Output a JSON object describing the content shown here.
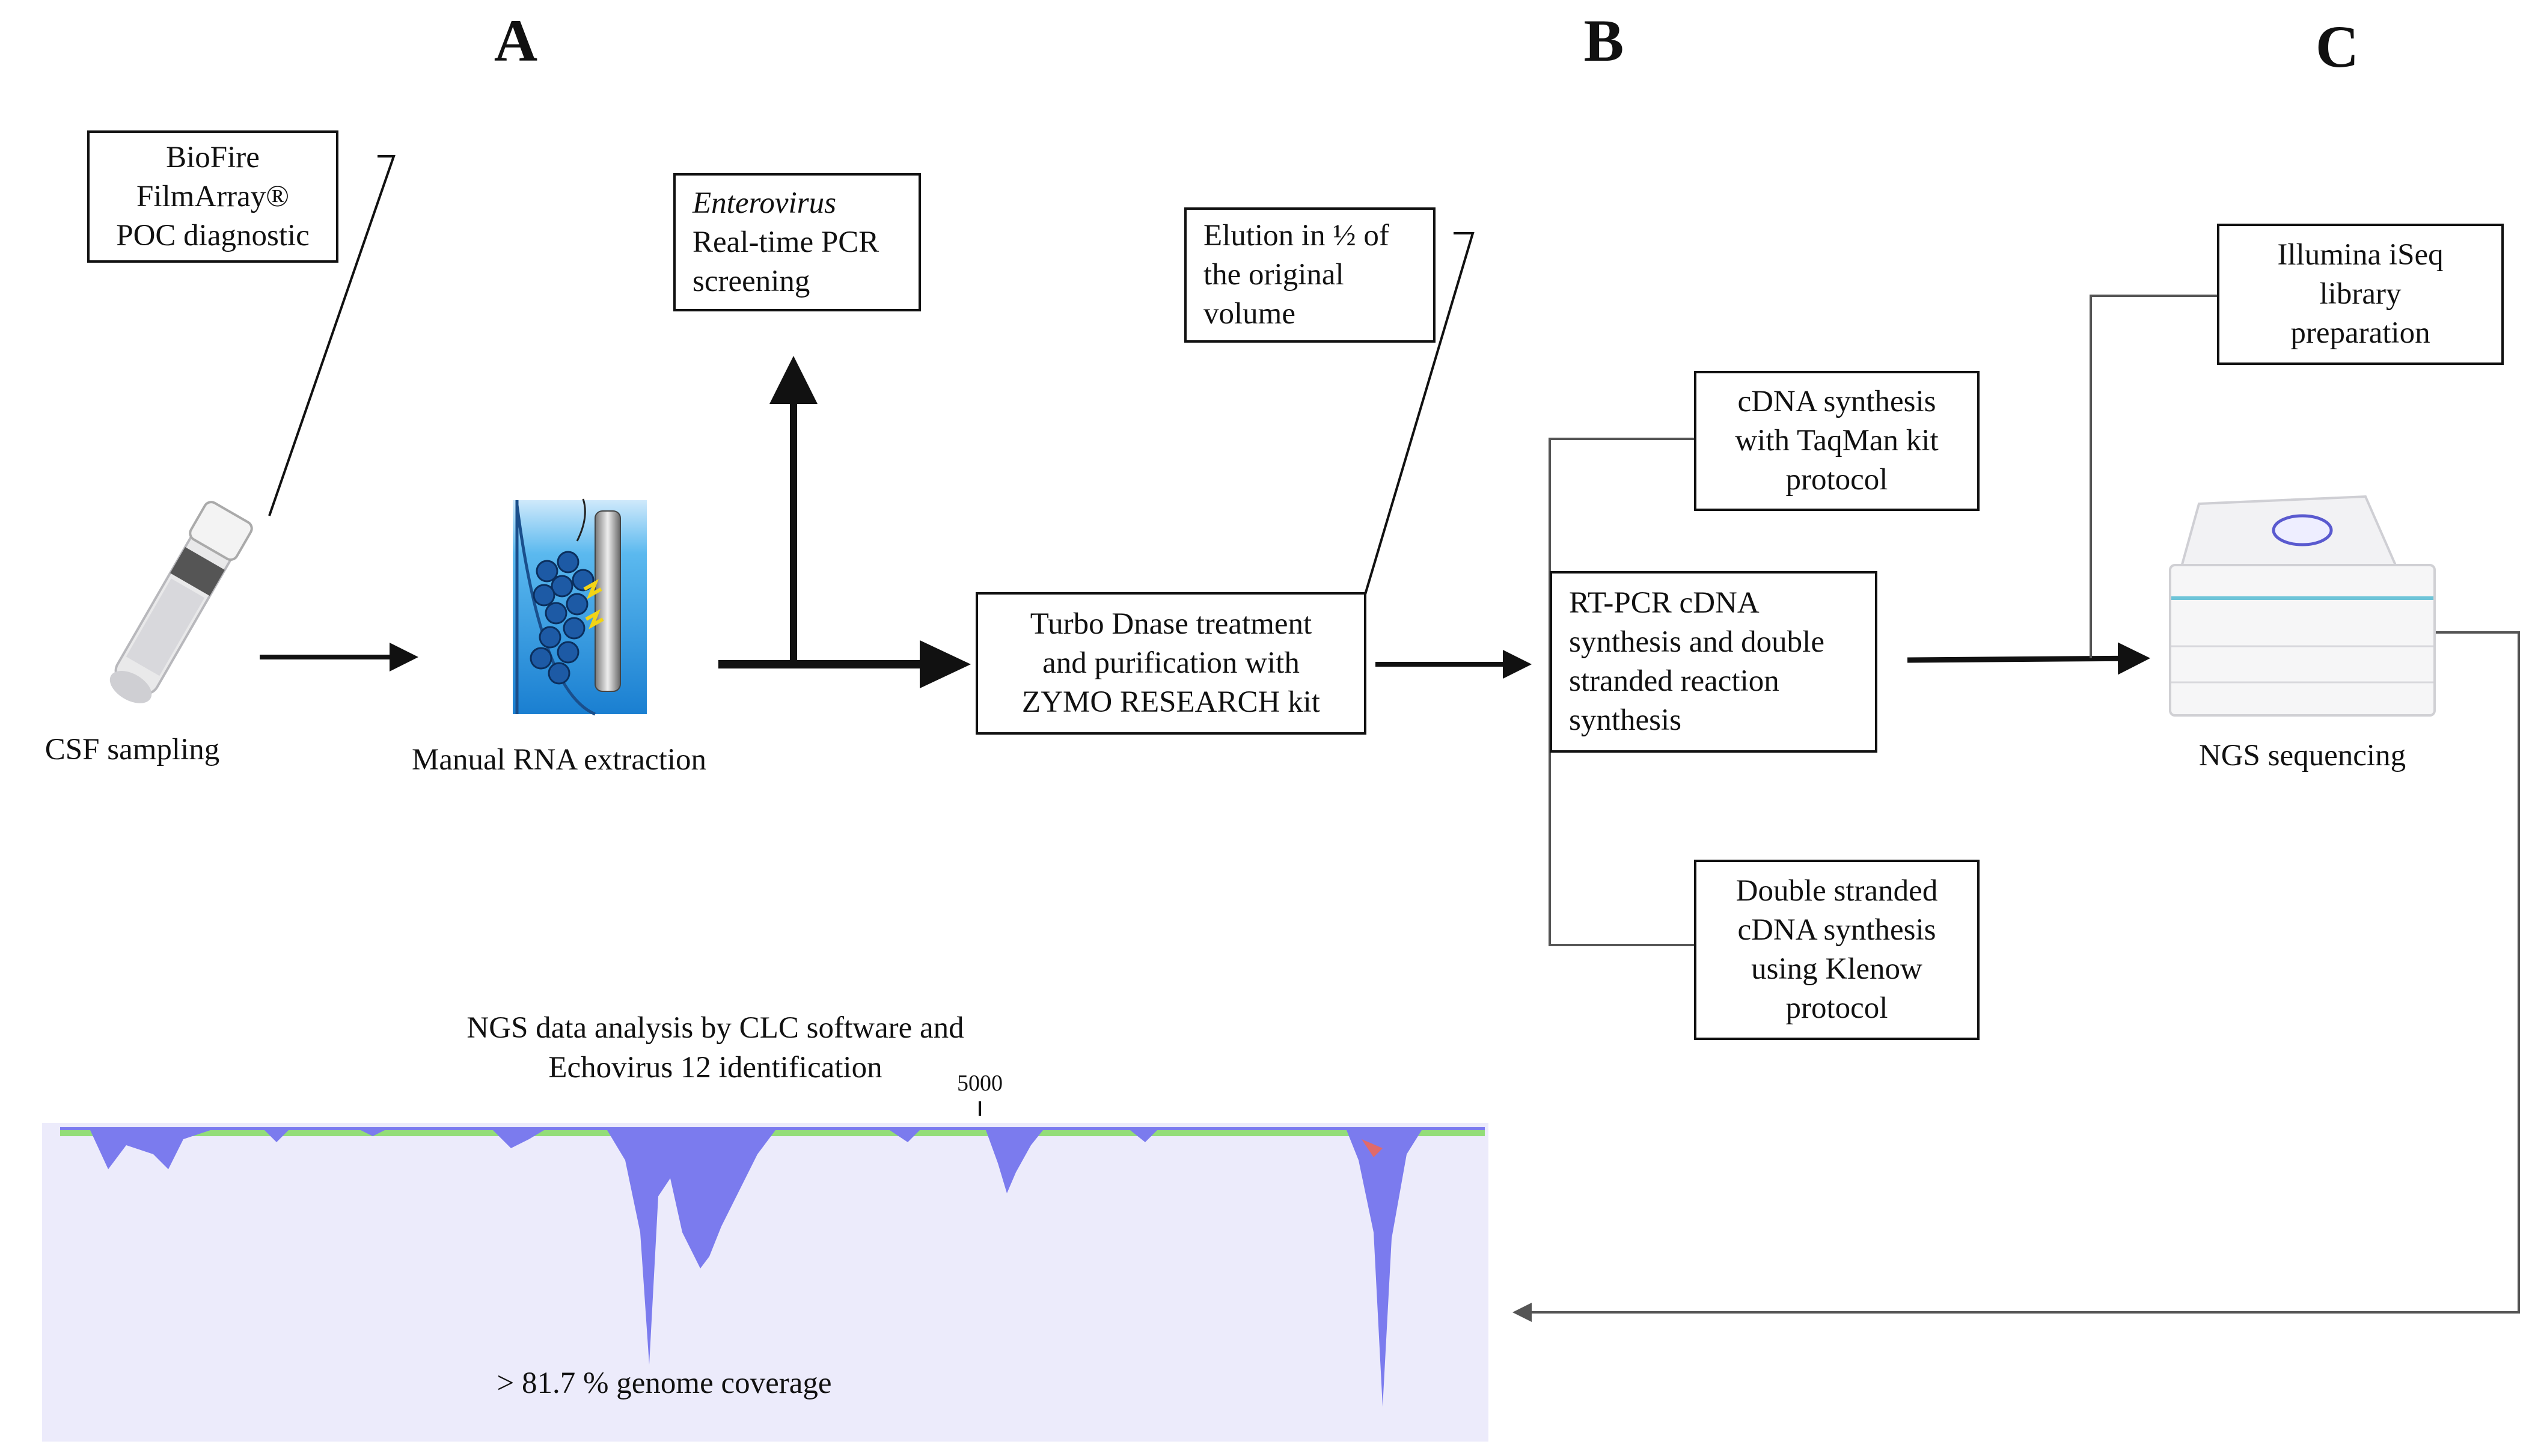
{
  "sections": {
    "a": "A",
    "b": "B",
    "c": "C"
  },
  "boxes": {
    "biofire": [
      "BioFire",
      "FilmArray®",
      "POC diagnostic"
    ],
    "enterovirus": {
      "italic": "Enterovirus",
      "lines": [
        "Real-time PCR",
        "screening"
      ]
    },
    "elution": [
      "Elution in ½ of",
      "the original",
      "volume"
    ],
    "turbo": [
      "Turbo Dnase treatment",
      "and purification with",
      "ZYMO RESEARCH kit"
    ],
    "taqman": [
      "cDNA synthesis",
      "with TaqMan kit",
      "protocol"
    ],
    "rtpcr": [
      "RT-PCR cDNA",
      "synthesis and double",
      "stranded reaction",
      "synthesis"
    ],
    "klenow": [
      "Double stranded",
      "cDNA synthesis",
      "using Klenow",
      "protocol"
    ],
    "illumina": [
      "Illumina iSeq",
      "library",
      "preparation"
    ]
  },
  "captions": {
    "csf": "CSF sampling",
    "rna": "Manual RNA extraction",
    "ngs": "NGS sequencing"
  },
  "analysis": {
    "title_lines": [
      "NGS data analysis by CLC software and",
      "Echovirus 12 identification"
    ],
    "tick_label": "5000",
    "coverage": "> 81.7 % genome coverage"
  },
  "colors": {
    "coverage_background": "#ecebfb",
    "coverage_fill": "#7b7bee",
    "coverage_top": "#93dd78",
    "coverage_accent": "#e06a6a",
    "liquid": "#3fa8e8"
  }
}
